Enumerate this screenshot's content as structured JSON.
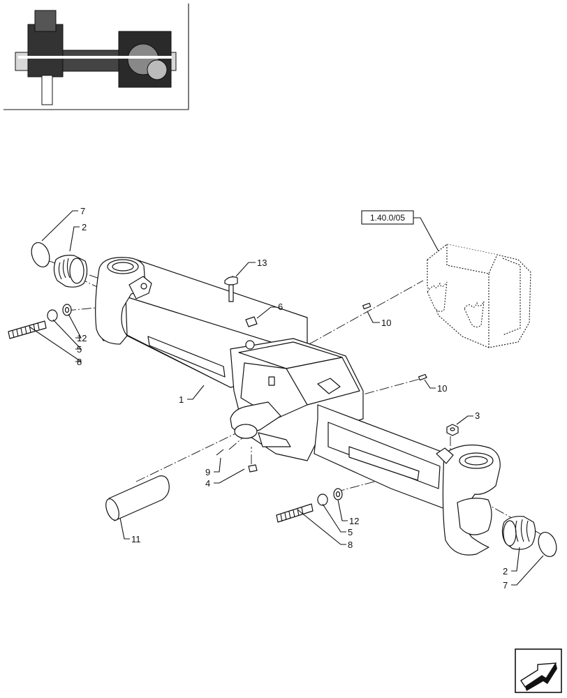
{
  "reference": {
    "label": "1.40.0/05"
  },
  "callouts": {
    "c1": "1",
    "c2a": "2",
    "c2b": "2",
    "c3": "3",
    "c4": "4",
    "c5a": "5",
    "c5b": "5",
    "c6": "6",
    "c7a": "7",
    "c7b": "7",
    "c8a": "8",
    "c8b": "8",
    "c9": "9",
    "c10a": "10",
    "c10b": "10",
    "c11": "11",
    "c12a": "12",
    "c12b": "12",
    "c13": "13"
  },
  "icons": {
    "thumbnail": "axle-assembly-thumbnail",
    "navigation": "next-page-arrow-icon"
  }
}
